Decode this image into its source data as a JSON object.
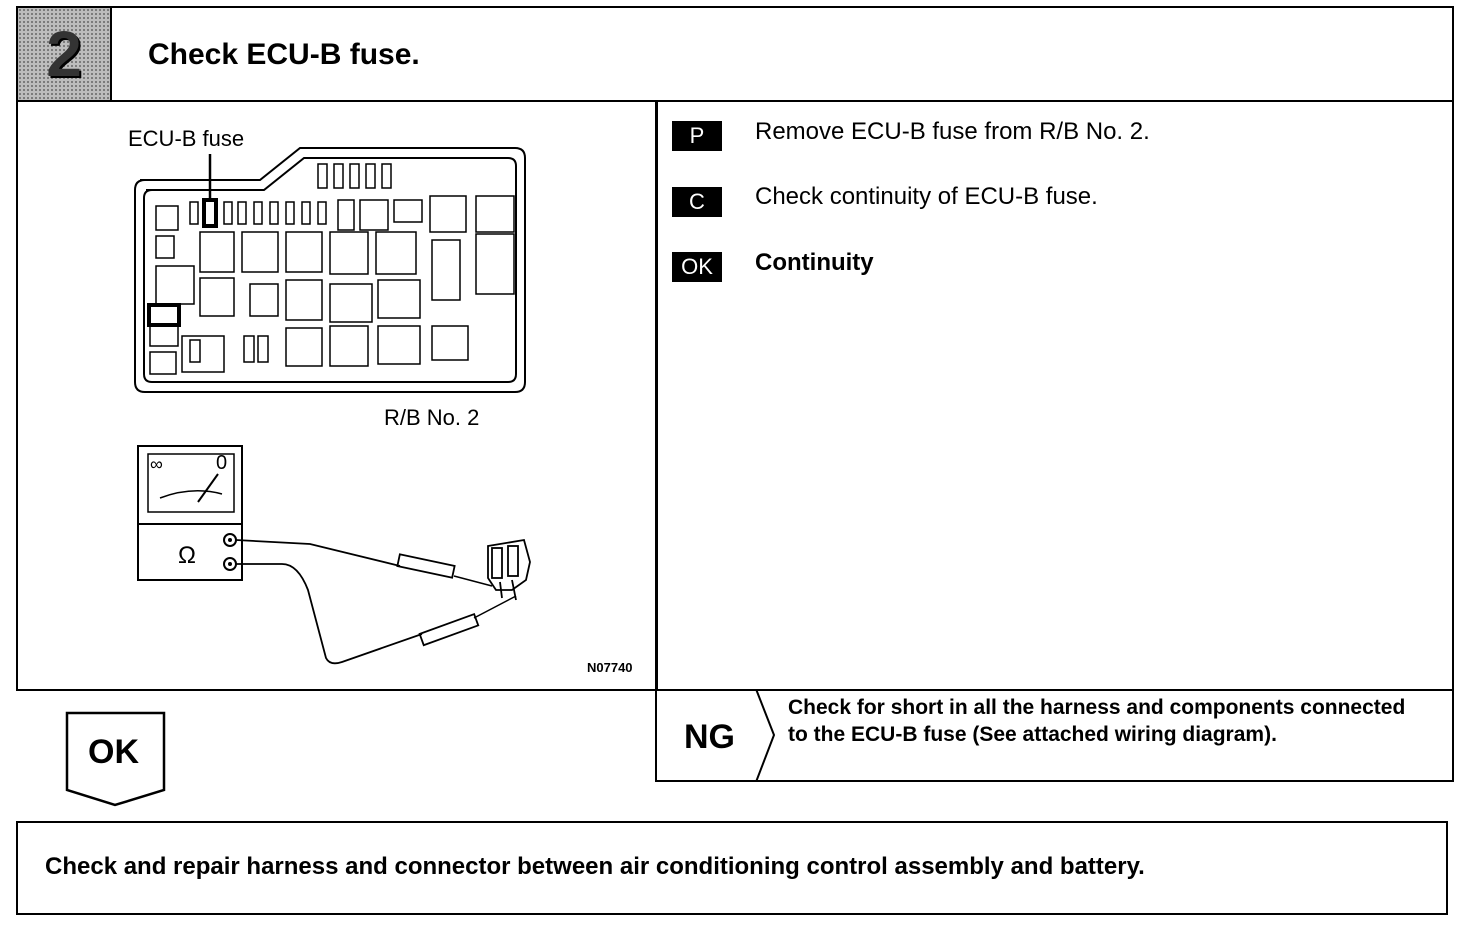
{
  "step": {
    "number": "2",
    "title": "Check ECU-B fuse."
  },
  "figure": {
    "fuse_label": "ECU-B fuse",
    "relay_block_label": "R/B No. 2",
    "meter_infinity": "∞",
    "meter_zero": "0",
    "meter_omega": "Ω",
    "figure_code": "N07740"
  },
  "instructions": [
    {
      "tag": "P",
      "text": "Remove ECU-B fuse from R/B No. 2."
    },
    {
      "tag": "C",
      "text": "Check continuity of ECU-B fuse."
    },
    {
      "tag": "OK",
      "text": "Continuity"
    }
  ],
  "results": {
    "ng_label": "NG",
    "ng_text": "Check for short in all the harness and components connected to the ECU-B fuse (See attached wiring diagram).",
    "ok_label": "OK",
    "ok_action": "Check and repair harness and connector between air conditioning control assembly and battery."
  }
}
